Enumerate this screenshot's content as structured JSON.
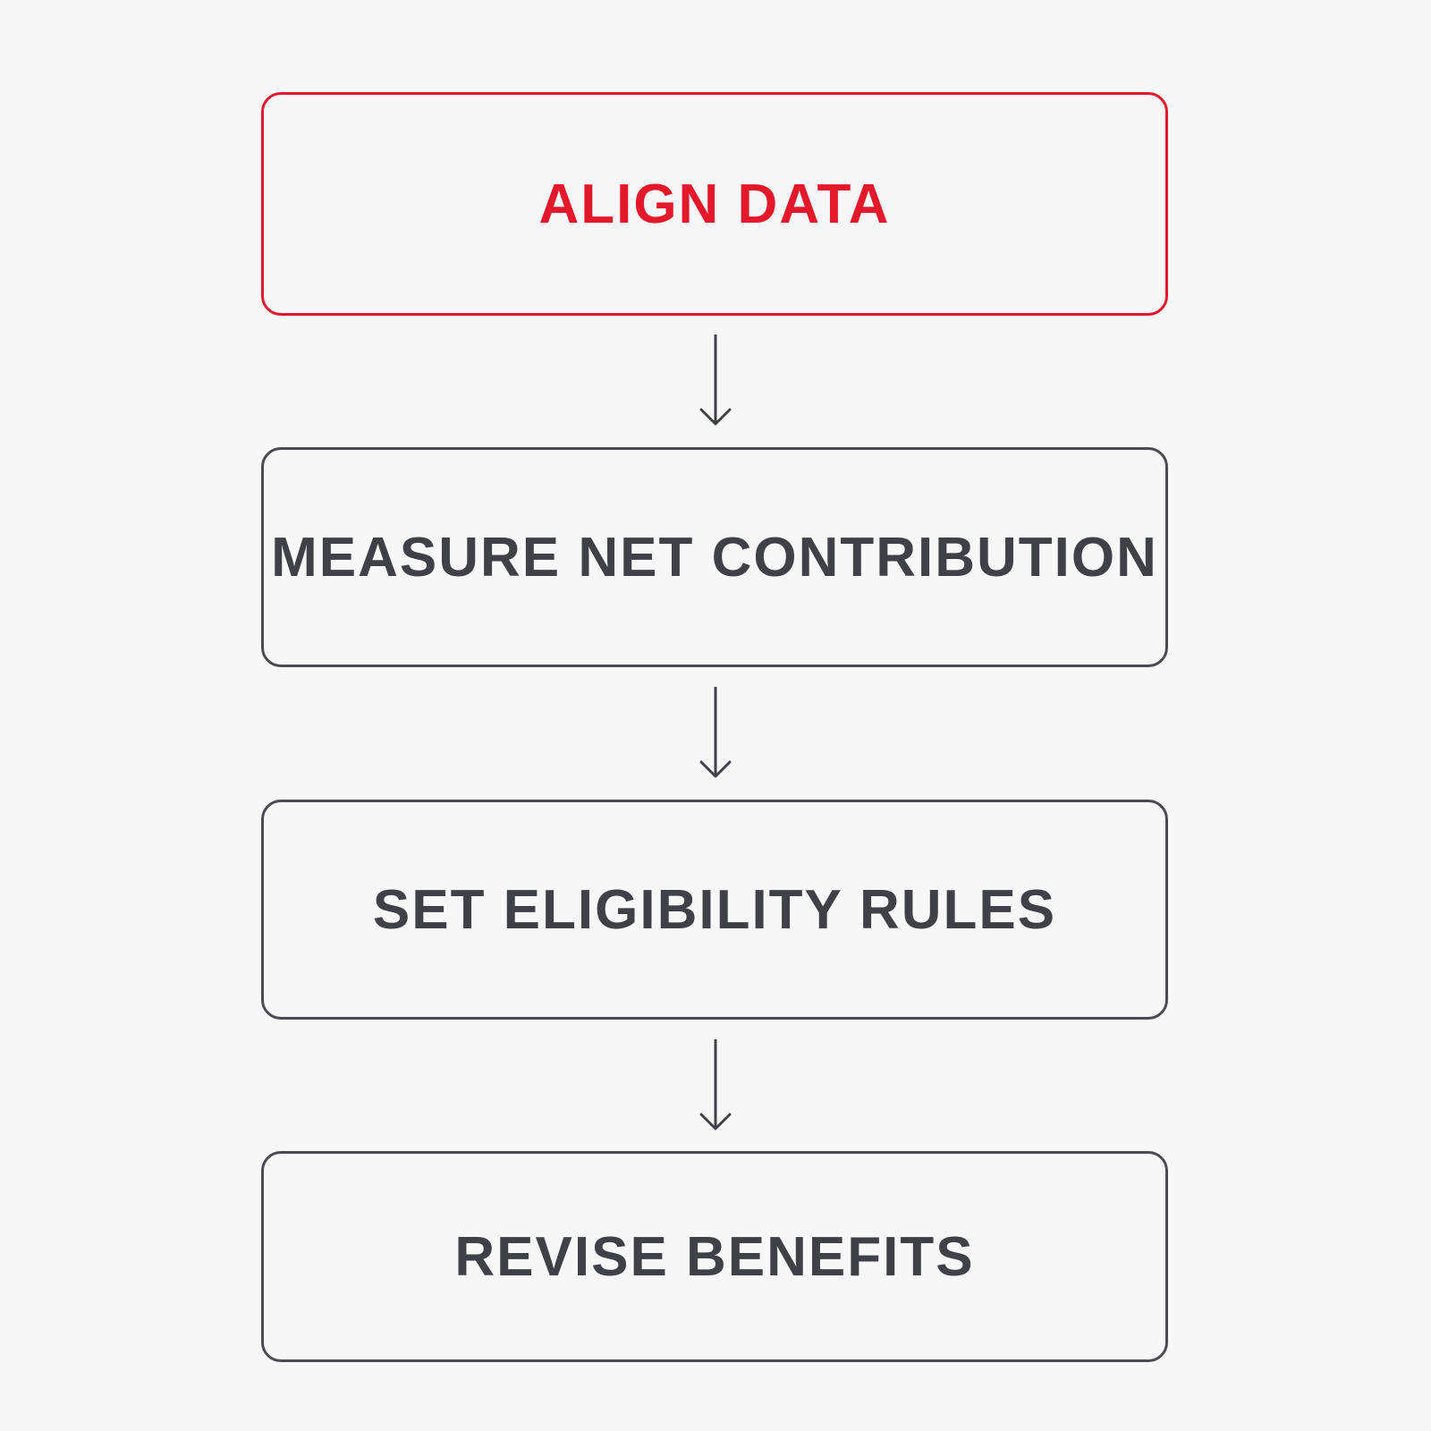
{
  "diagram": {
    "steps": [
      {
        "label": "ALIGN DATA",
        "highlighted": true
      },
      {
        "label": "MEASURE NET CONTRIBUTION",
        "highlighted": false
      },
      {
        "label": "SET ELIGIBILITY RULES",
        "highlighted": false
      },
      {
        "label": "REVISE BENEFITS",
        "highlighted": false
      }
    ],
    "colors": {
      "highlight": "#e3192b",
      "default_border": "#4a4c52",
      "default_text": "#3f4147",
      "background": "#f7f7f7"
    }
  }
}
